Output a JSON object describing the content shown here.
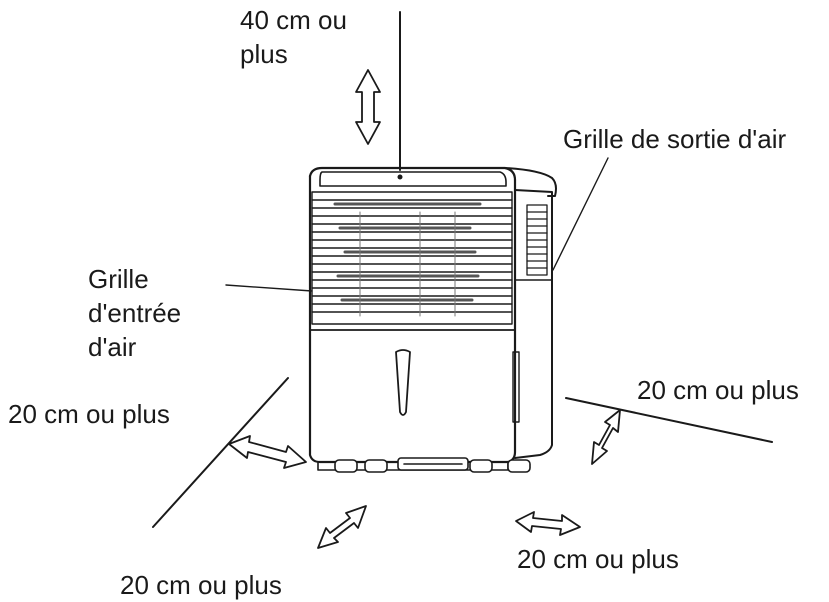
{
  "labels": {
    "top_clearance": [
      "40 cm ou",
      "plus"
    ],
    "air_outlet": "Grille de sortie d'air",
    "air_inlet": [
      "Grille",
      "d'entrée",
      "d'air"
    ],
    "left_clearance": "20 cm ou plus",
    "right_clearance": "20 cm ou plus",
    "front_right_clearance": "20 cm ou plus",
    "front_left_clearance": "20 cm ou plus"
  },
  "colors": {
    "line": "#1a1a1a",
    "background": "#ffffff"
  }
}
